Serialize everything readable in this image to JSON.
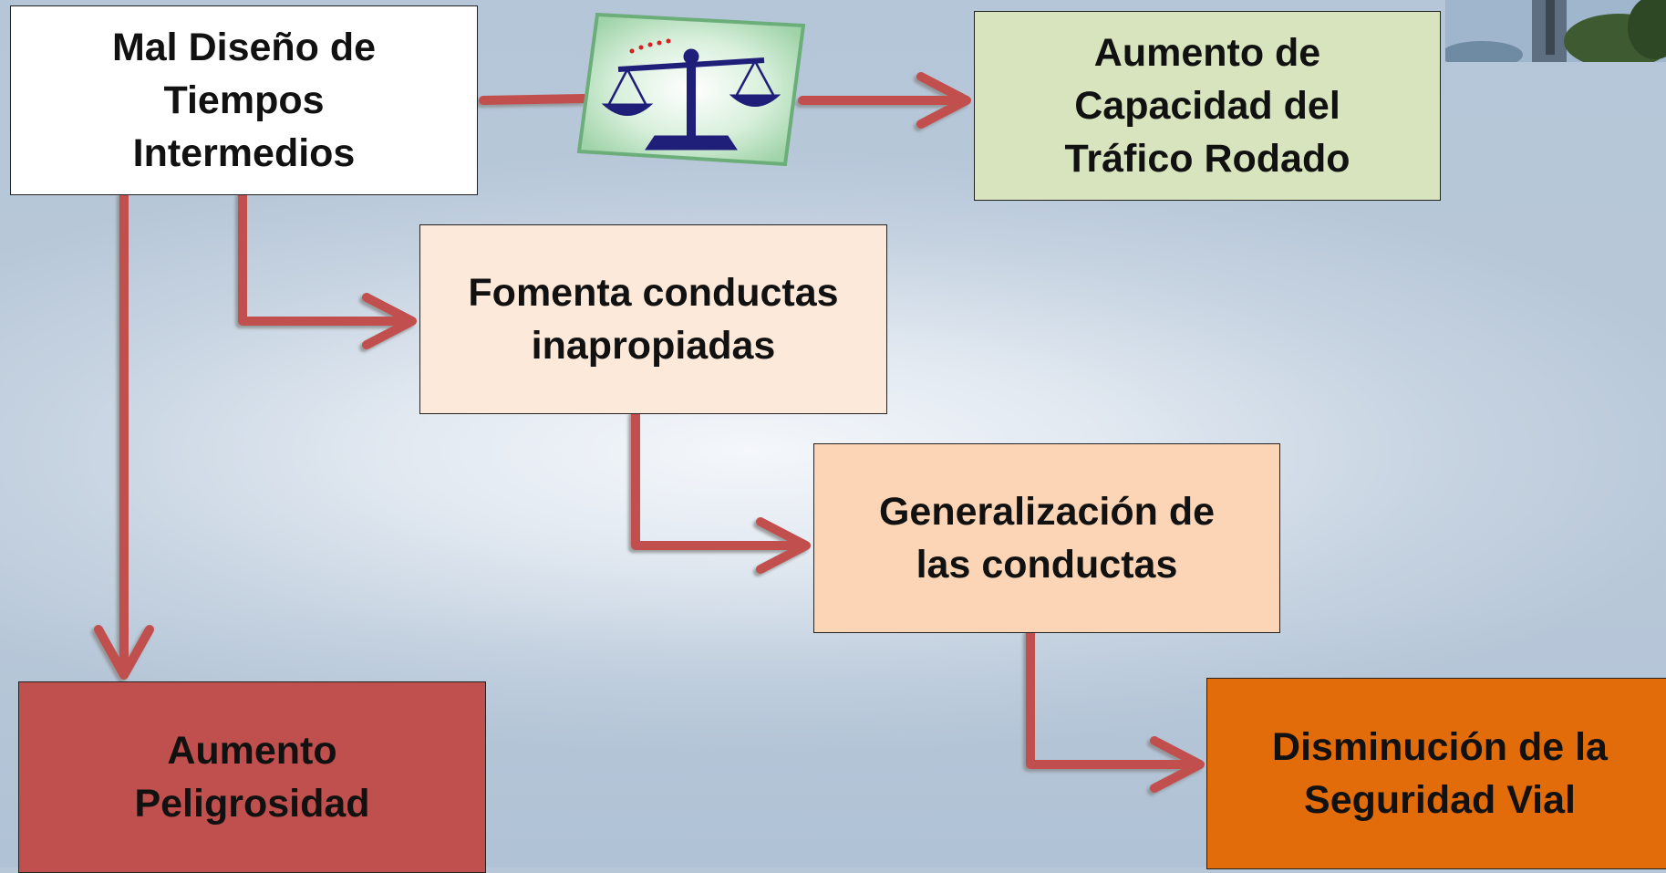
{
  "nodes": {
    "origin": "Mal Diseño de\nTiempos\nIntermedios",
    "capacity": "Aumento de\nCapacidad del\nTráfico Rodado",
    "fomenta": "Fomenta conductas\ninapropiadas",
    "generalizacion": "Generalización de\nlas conductas",
    "peligrosidad": "Aumento\nPeligrosidad",
    "disminucion": "Disminución de la\nSeguridad Vial"
  },
  "icons": {
    "balance": "balance-scale-icon",
    "photo": "corner-photo"
  },
  "colors": {
    "arrow": "#c0504d",
    "capacity_fill": "#d7e4bd",
    "fomenta_fill": "#fde9d9",
    "generalizacion_fill": "#fbd5b5",
    "peligrosidad_fill": "#c0504d",
    "disminucion_fill": "#e36c0a"
  }
}
